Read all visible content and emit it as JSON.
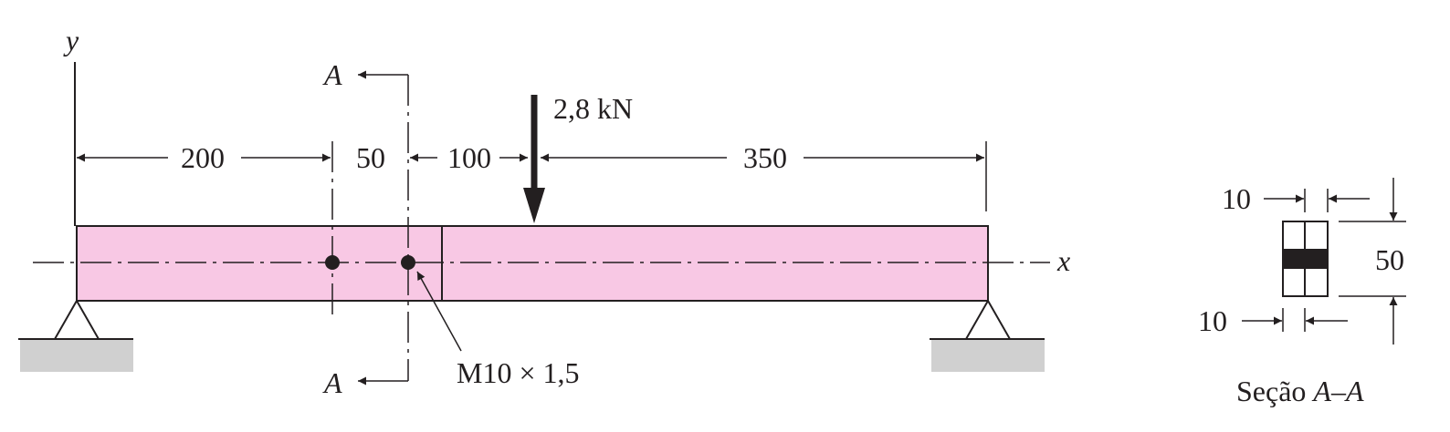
{
  "beam": {
    "y_axis": "y",
    "x_axis": "x",
    "section_mark": "A",
    "load": "2,8 kN",
    "dimensions": [
      "200",
      "50",
      "100",
      "350"
    ],
    "bolt": "M10 × 1,5",
    "colors": {
      "beam_fill": "#f8c8e4",
      "ground_fill": "#d0d0d0",
      "ink": "#231f20"
    }
  },
  "section": {
    "width_top": "10",
    "width_bottom": "10",
    "height": "50",
    "caption_prefix": "Seção ",
    "caption_mark": "A–A"
  }
}
